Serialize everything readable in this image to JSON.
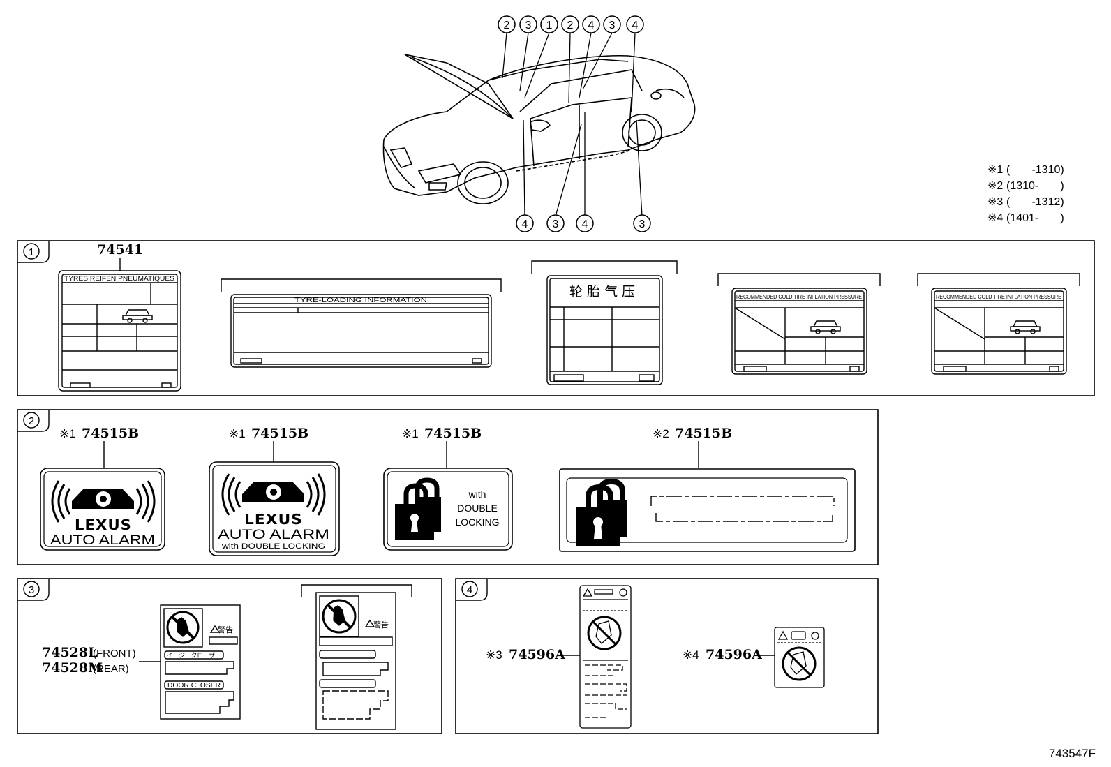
{
  "car": {
    "top_callouts": [
      "2",
      "3",
      "1",
      "2",
      "4",
      "3",
      "4"
    ],
    "bottom_callouts": [
      "4",
      "3",
      "4",
      "3"
    ]
  },
  "legend": [
    {
      "mark": "※1",
      "range": "(       -1310)"
    },
    {
      "mark": "※2",
      "range": "(1310-       )"
    },
    {
      "mark": "※3",
      "range": "(       -1312)"
    },
    {
      "mark": "※4",
      "range": "(1401-       )"
    }
  ],
  "panel1": {
    "num": "1",
    "part": "74541",
    "label1_title": "TYRES REIFEN PNEUMATIQUES",
    "label2_title": "TYRE-LOADING   INFORMATION",
    "label3_title": "轮胎气压",
    "label4_title": "RECOMMENDED COLD TIRE INFLATION PRESSURE",
    "label5_title": "RECOMMENDED COLD TIRE INFLATION PRESSURE"
  },
  "panel2": {
    "num": "2",
    "items": [
      {
        "mark": "※1",
        "part": "74515B"
      },
      {
        "mark": "※1",
        "part": "74515B"
      },
      {
        "mark": "※1",
        "part": "74515B"
      },
      {
        "mark": "※2",
        "part": "74515B"
      }
    ],
    "brand": "LEXUS",
    "alarm": "AUTO ALARM",
    "alarm_sub": "with DOUBLE LOCKING",
    "lock_lines": [
      "with",
      "DOUBLE",
      "LOCKING"
    ]
  },
  "panel3": {
    "num": "3",
    "part_front": "74528L",
    "front": "(FRONT)",
    "part_rear": "74528M",
    "rear": "(REAR)",
    "warn": "警告",
    "jp_label": "イージークローザー",
    "en_label": "DOOR CLOSER"
  },
  "panel4": {
    "num": "4",
    "items": [
      {
        "mark": "※3",
        "part": "74596A"
      },
      {
        "mark": "※4",
        "part": "74596A"
      }
    ]
  },
  "diagram_id": "743547F"
}
